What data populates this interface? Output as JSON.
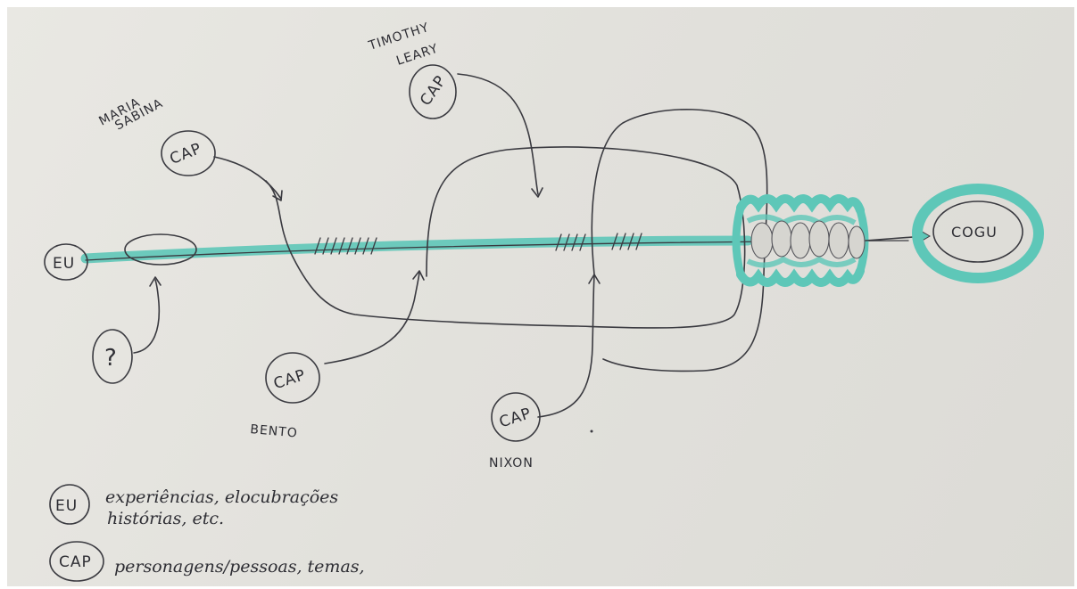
{
  "nodes": {
    "eu": "EU",
    "unknown": "?",
    "cap_maria": "CAP",
    "cap_timothy": "CAP",
    "cap_bento": "CAP",
    "cap_nixon": "CAP",
    "cogu": "COGU"
  },
  "labels": {
    "maria_line1": "MARIA",
    "maria_line2": "SABINA",
    "timothy_line1": "TIMOTHY",
    "timothy_line2": "LEARY",
    "bento": "BENTO",
    "nixon": "NIXON"
  },
  "legend": {
    "eu_symbol": "EU",
    "eu_text_line1": "experiências, elocubrações",
    "eu_text_line2": "histórias, etc.",
    "cap_symbol": "CAP",
    "cap_text": "personagens/pessoas, temas,"
  },
  "colors": {
    "paper": "#e4e3de",
    "ink": "#3a3a40",
    "teal": "#5ec7b8"
  }
}
